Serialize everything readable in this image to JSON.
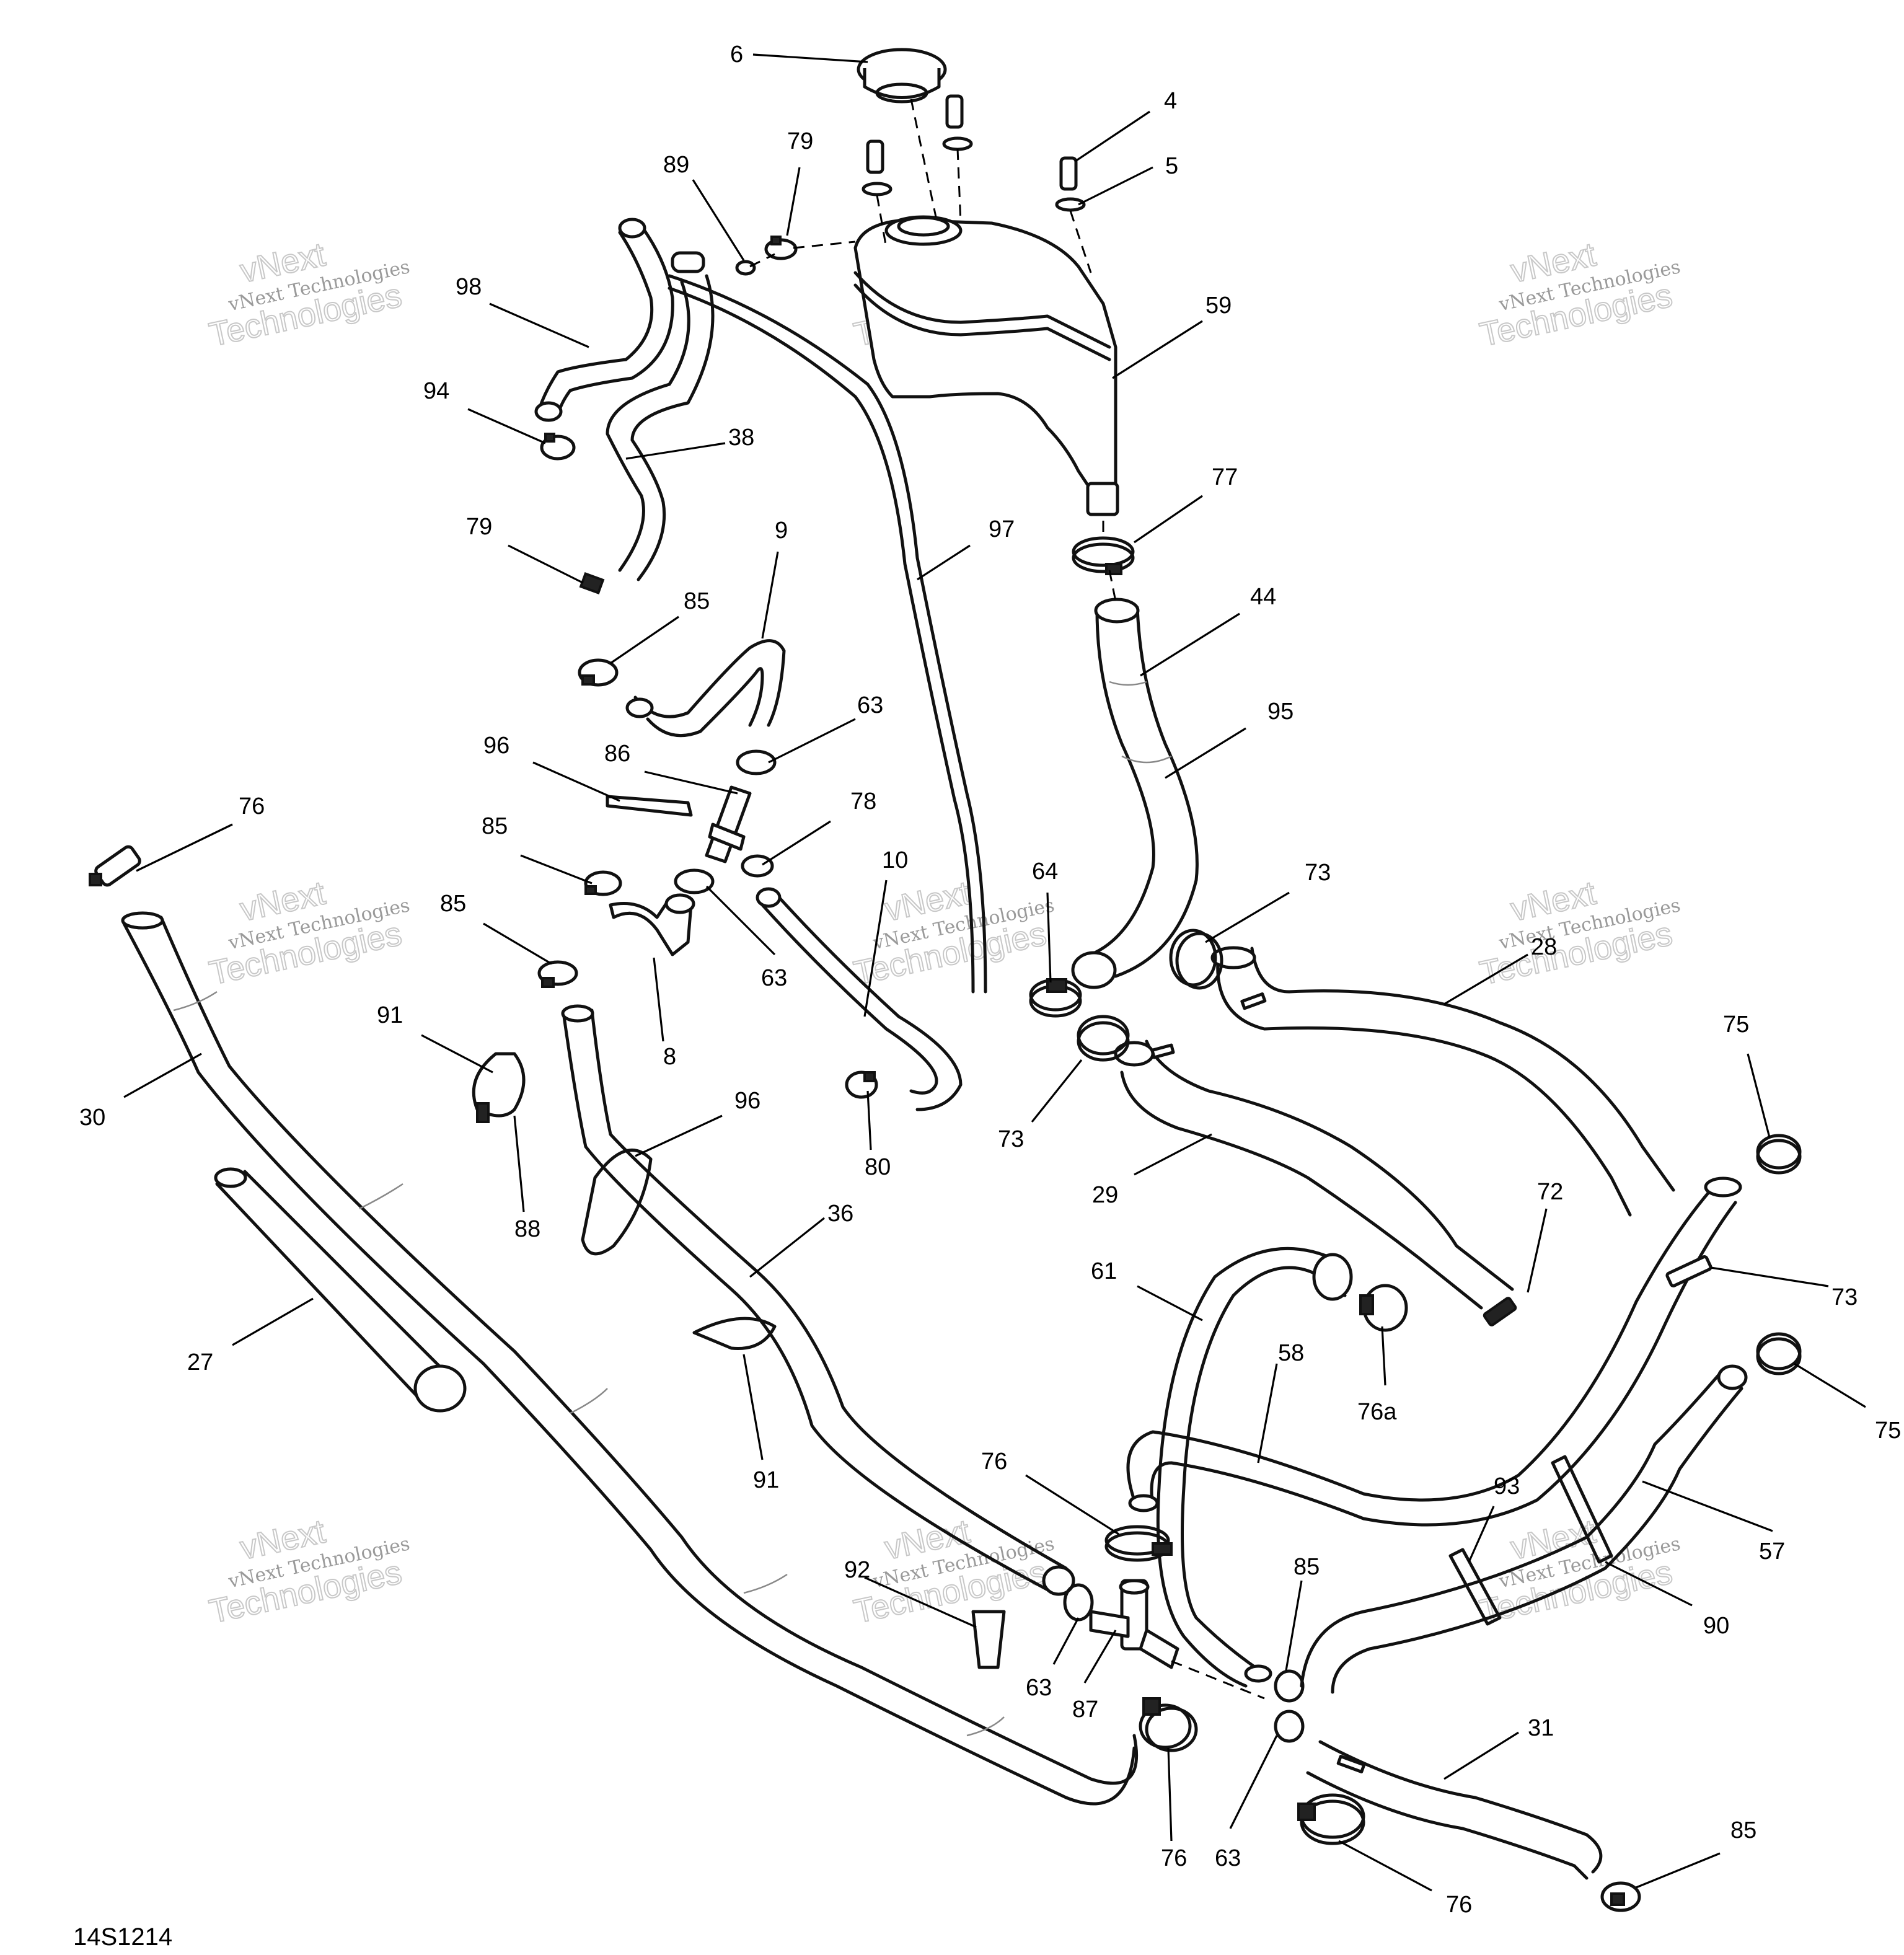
{
  "diagram": {
    "reference": "14S1214",
    "watermark": {
      "line1": "vNext",
      "line2": "vNext Technologies",
      "line3": "Technologies"
    },
    "callouts": [
      "6",
      "4",
      "5",
      "79",
      "89",
      "98",
      "59",
      "94",
      "38",
      "77",
      "79",
      "9",
      "97",
      "85",
      "44",
      "63",
      "95",
      "96",
      "86",
      "78",
      "76",
      "85",
      "10",
      "64",
      "73",
      "85",
      "63",
      "8",
      "28",
      "91",
      "30",
      "96",
      "73",
      "80",
      "75",
      "88",
      "29",
      "36",
      "72",
      "27",
      "61",
      "73",
      "58",
      "76a",
      "75",
      "91",
      "76",
      "93",
      "57",
      "92",
      "85",
      "90",
      "63",
      "87",
      "31",
      "76",
      "63",
      "85",
      "76"
    ]
  }
}
